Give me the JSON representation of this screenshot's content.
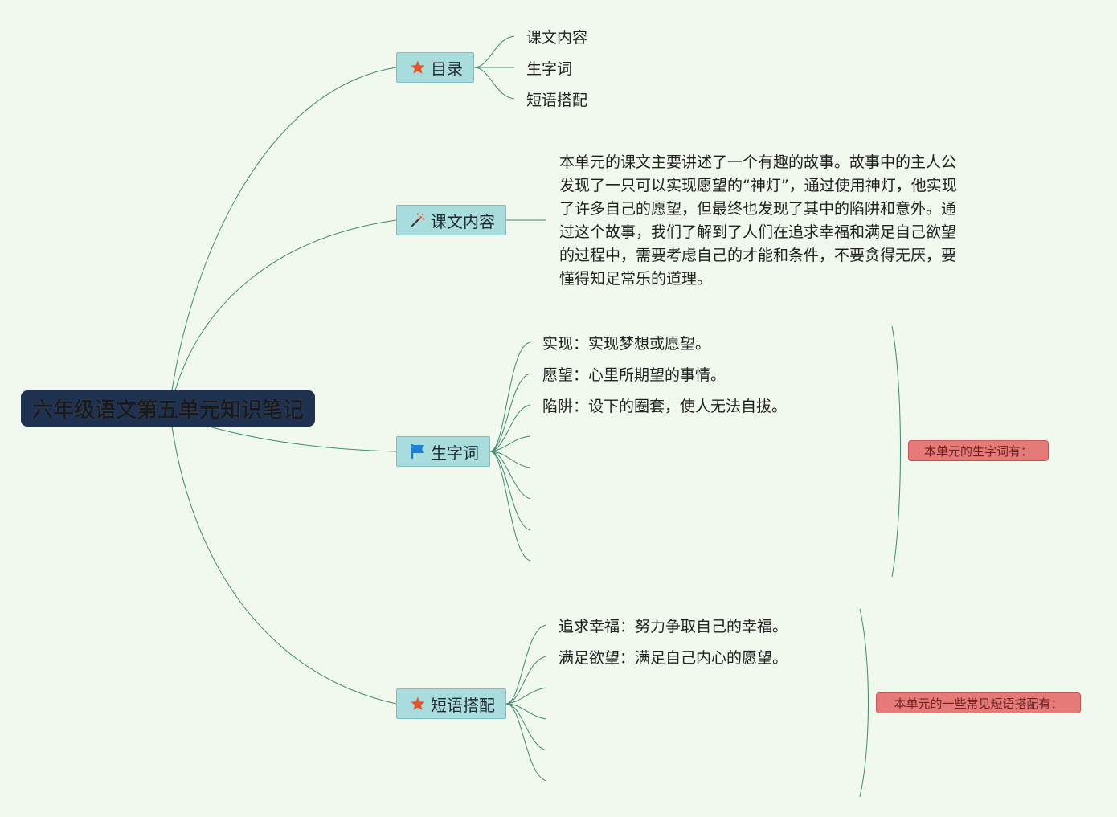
{
  "root": {
    "title": "六年级语文第五单元知识笔记"
  },
  "colors": {
    "background": "#f1f9ef",
    "root": "#1f3150",
    "topic": "#a9dcdc",
    "connector": "#3f8a70",
    "summary": "#e67a78",
    "star": "#e8542a",
    "flag": "#1e7fd6"
  },
  "topics": {
    "catalog": {
      "label": "目录",
      "icon": "star-icon",
      "items": [
        "课文内容",
        "生字词",
        "短语搭配"
      ]
    },
    "content": {
      "label": "课文内容",
      "icon": "magic-wand-icon",
      "text": "本单元的课文主要讲述了一个有趣的故事。故事中的主人公发现了一只可以实现愿望的“神灯”，通过使用神灯，他实现了许多自己的愿望，但最终也发现了其中的陷阱和意外。通过这个故事，我们了解到了人们在追求幸福和满足自己欲望的过程中，需要考虑自己的才能和条件，不要贪得无厌，要懂得知足常乐的道理。"
    },
    "words": {
      "label": "生字词",
      "icon": "flag-icon",
      "items": [
        "实现：实现梦想或愿望。",
        "愿望：心里所期望的事情。",
        "陷阱：设下的圈套，使人无法自拔。"
      ],
      "summary": "本单元的生字词有："
    },
    "phrases": {
      "label": "短语搭配",
      "icon": "star-icon",
      "items": [
        "追求幸福：努力争取自己的幸福。",
        "满足欲望：满足自己内心的愿望。"
      ],
      "summary": "本单元的一些常见短语搭配有："
    }
  }
}
